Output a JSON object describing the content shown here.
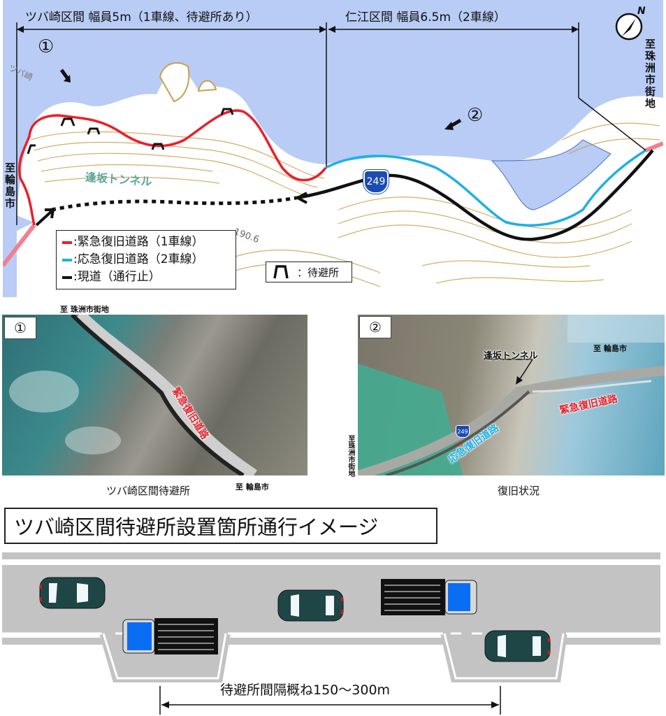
{
  "map": {
    "section_tsubazaki": "ツバ崎区間 幅員5m（1車線、待避所あり）",
    "section_nie": "仁江区間 幅員6.5m（2車線）",
    "marker_1": "①",
    "marker_2": "②",
    "to_wajima": "至輪島市",
    "to_suzu": "至珠洲市街地",
    "place_tsubazaki": "ツバ崎",
    "tunnel_label": "逢坂トンネル",
    "route_shield": "249",
    "elevation": "190.6",
    "compass": "N",
    "legend": {
      "items": [
        {
          "label": ":緊急復旧道路（1車線）",
          "color": "#e8202a"
        },
        {
          "label": ":応急復旧道路（2車線）",
          "color": "#1eb0e6"
        },
        {
          "label": ":現道（通行止）",
          "color": "#111111"
        }
      ],
      "waiting_area_label": "：待避所"
    },
    "colors": {
      "sea": "#b8ccf5",
      "land": "#ffffff",
      "contour": "#c9a04a"
    }
  },
  "photos": [
    {
      "number": "①",
      "top_note": "至 珠洲市街地",
      "bottom_note": "至 輪島市",
      "overlay_label": "緊急復旧道路",
      "caption": "ツバ崎区間待避所"
    },
    {
      "number": "②",
      "tunnel_label": "逢坂トンネル",
      "to_wajima": "至 輪島市",
      "side_note": "至珠洲市街地",
      "shield": "249",
      "label_emergency": "緊急復旧道路",
      "label_urgent": "応急復旧道路",
      "caption": "復旧状況"
    }
  ],
  "diagram": {
    "title": "ツバ崎区間待避所設置箇所通行イメージ",
    "spacing_label": "待避所間隔概ね150～300m",
    "colors": {
      "road": "#c3c3c3",
      "car": "#1e4646",
      "truck_cab": "#0a6ef5",
      "line": "#ffffff"
    }
  }
}
